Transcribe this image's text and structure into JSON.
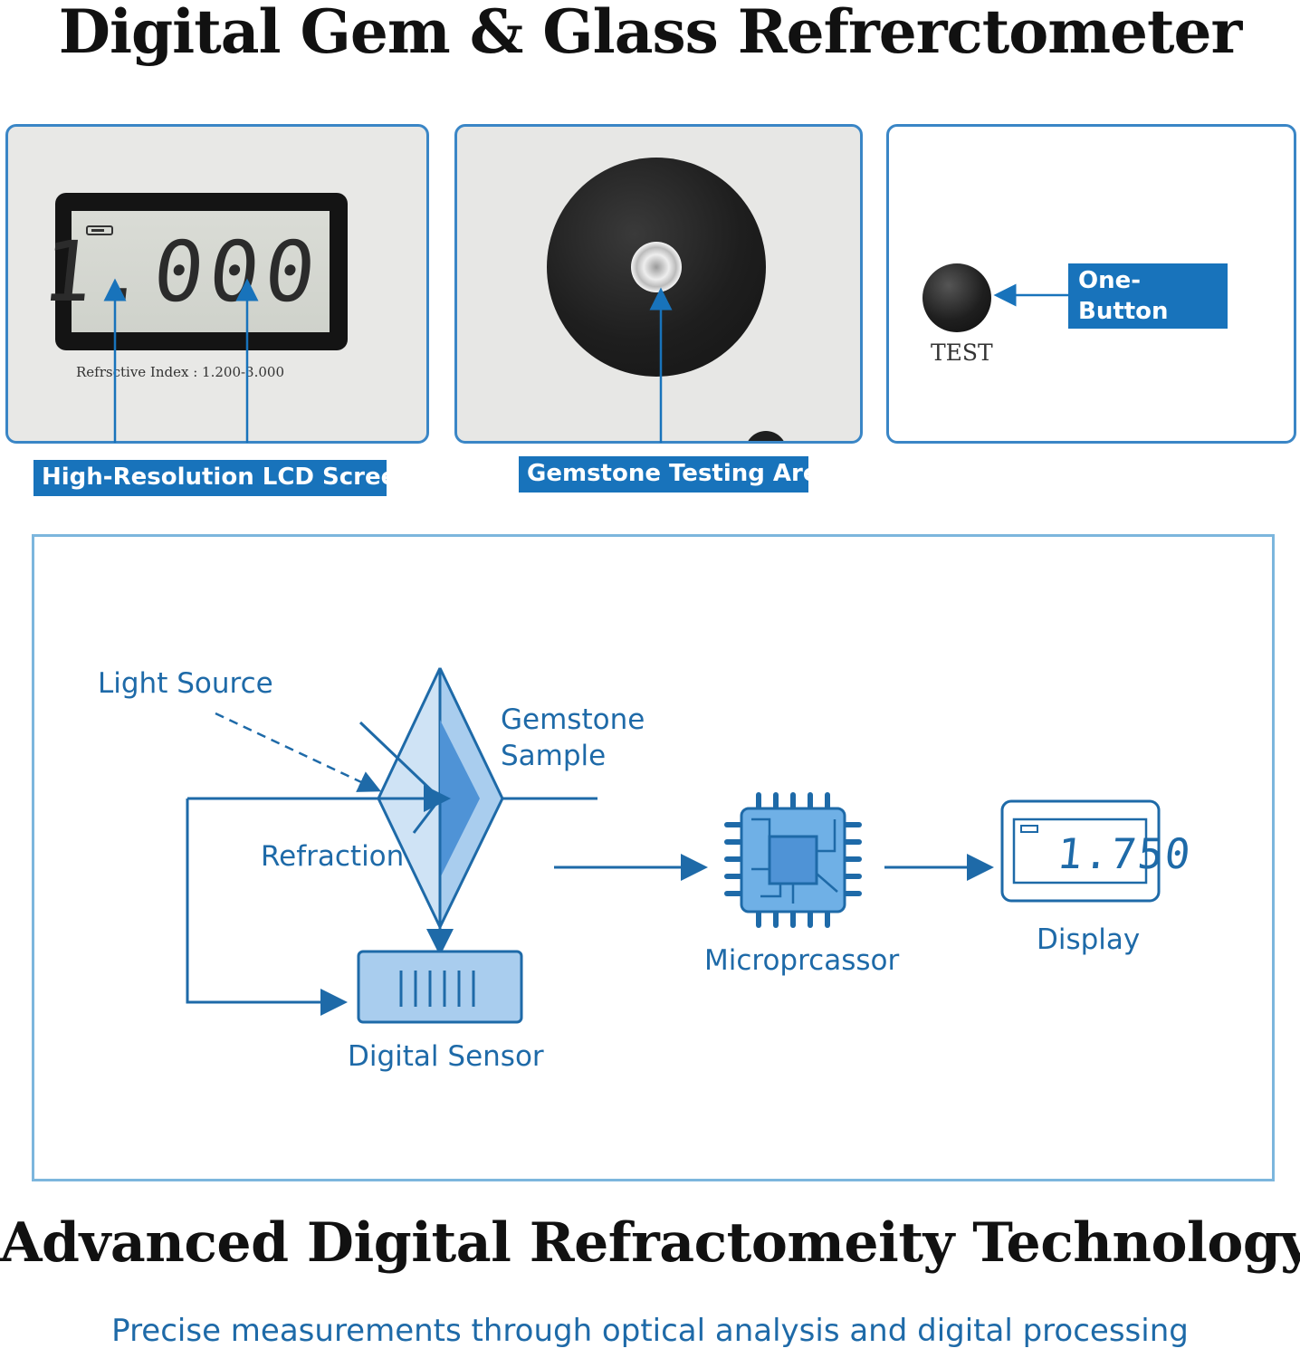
{
  "header": {
    "title": "Digital Gem & Glass Refrerctometer"
  },
  "panels": {
    "lcd": {
      "reading": "1.000",
      "range_text": "Refrsctive Index : 1.200-3.000",
      "callout": "High-Resolution LCD Screen"
    },
    "testing_area": {
      "callout": "Gemstone Testing Area"
    },
    "button": {
      "label": "TEST",
      "callout": "One-Button Operation"
    }
  },
  "diagram": {
    "light_source": "Light Source",
    "gemstone_sample": "Gemstone Sample",
    "refraction": "Refraction",
    "digital_sensor": "Digital Sensor",
    "microprocessor": "Microprcassor",
    "display": "Display",
    "display_reading": "1.750"
  },
  "footer": {
    "title": "Advanced Digital Refractomeity Technology",
    "subtitle": "Precise measurements through optical analysis and digital processing"
  },
  "colors": {
    "accent_blue": "#1873bb",
    "panel_border": "#3a86c6",
    "diagram_line": "#1e6aa8",
    "diagram_fill_light": "#cfe3f5",
    "diagram_fill_mid": "#a9cdee",
    "diagram_fill_dark": "#4f93d6"
  }
}
